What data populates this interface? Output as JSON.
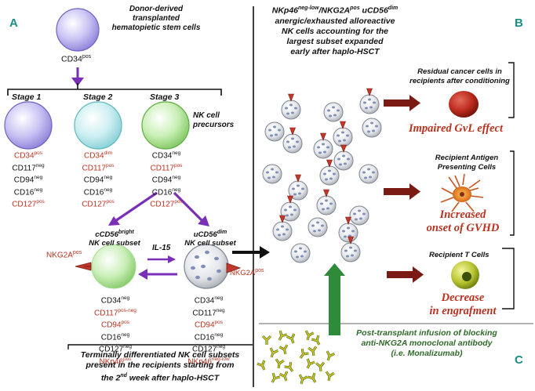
{
  "panels": {
    "a": "A",
    "b": "B",
    "c": "C"
  },
  "donor": {
    "caption": "Donor-derived transplanted hematopietic stem cells",
    "marker_base": "CD34",
    "marker_sup": "pos"
  },
  "stages": {
    "s1": {
      "title": "Stage 1",
      "m": [
        [
          "CD34",
          "pos"
        ],
        [
          "CD117",
          "neg"
        ],
        [
          "CD94",
          "neg"
        ],
        [
          "CD16",
          "neg"
        ],
        [
          "CD127",
          "pos"
        ]
      ]
    },
    "s2": {
      "title": "Stage 2",
      "m": [
        [
          "CD34",
          "dim"
        ],
        [
          "CD117",
          "pos"
        ],
        [
          "CD94",
          "neg"
        ],
        [
          "CD16",
          "neg"
        ],
        [
          "CD127",
          "pos"
        ]
      ]
    },
    "s3": {
      "title": "Stage 3",
      "m": [
        [
          "CD34",
          "neg"
        ],
        [
          "CD117",
          "pos"
        ],
        [
          "CD94",
          "neg"
        ],
        [
          "CD16",
          "neg"
        ],
        [
          "CD127",
          "pos"
        ]
      ]
    }
  },
  "precursor_label": "NK cell precursors",
  "cd56bright": {
    "title_pre": "cCD56",
    "title_sup": "bright",
    "title_post": "NK cell subset",
    "receptor": [
      "NKG2A",
      "pos"
    ],
    "m": [
      [
        "CD34",
        "neg"
      ],
      [
        "CD117",
        "pos-neg"
      ],
      [
        "CD94",
        "pos"
      ],
      [
        "CD16",
        "neg"
      ],
      [
        "CD127",
        "neg"
      ],
      [
        "NKp46",
        "pos"
      ]
    ]
  },
  "il15": "IL-15",
  "ucd56dim": {
    "title_pre": "uCD56",
    "title_sup": "dim",
    "title_post": "NK cell subset",
    "receptor": [
      "NKG2A",
      "pos"
    ],
    "m": [
      [
        "CD34",
        "neg"
      ],
      [
        "CD117",
        "neg"
      ],
      [
        "CD94",
        "pos"
      ],
      [
        "CD16",
        "neg"
      ],
      [
        "CD127",
        "neg"
      ],
      [
        "NKp46",
        "neg-low"
      ]
    ]
  },
  "bottom_note": {
    "l1": "Terminally differentiated NK cell subsets",
    "l2": "present in the recipients starting from",
    "l3_pre": "the 2",
    "l3_sup": "nd",
    "l3_post": " week after haplo-HSCT"
  },
  "expanded": {
    "l1_a": "NKp46",
    "l1_a_sup": "neg-low",
    "l1_b": "/NKG2A",
    "l1_b_sup": "pos",
    "l1_c": " uCD56",
    "l1_c_sup": "dim",
    "l2": "anergic/exhausted alloreactive",
    "l3": "NK cells accounting for the",
    "l4": "largest subset expanded",
    "l5": "early after haplo-HSCT"
  },
  "targets": {
    "cancer": {
      "label": "Residual cancer cells in recipients after conditioning",
      "l1": "Residual cancer cells in",
      "l2": "recipients after conditioning",
      "effect": "Impaired GvL effect"
    },
    "apc": {
      "l1": "Recipient Antigen",
      "l2": "Presenting Cells",
      "effect1": "Increased",
      "effect2": "onset of GVHD"
    },
    "tcell": {
      "l1": "Recipient T Cells",
      "effect1": "Decrease",
      "effect2": "in engrafment"
    }
  },
  "antibody": {
    "l1": "Post-transplant infusion of blocking",
    "l2": "anti-NKG2A monoclonal antibody",
    "l3": "(i.e. Monalizumab)"
  },
  "colors": {
    "arrow_purple": "#7a2fb8",
    "arrow_dark_red": "#7a1a12",
    "arrow_green": "#2f8a3a",
    "panel_teal": "#1a8f86",
    "text_red": "#b8321f",
    "antibody_green": "#3a6e1e",
    "antibody_yellow": "#e1c521"
  }
}
